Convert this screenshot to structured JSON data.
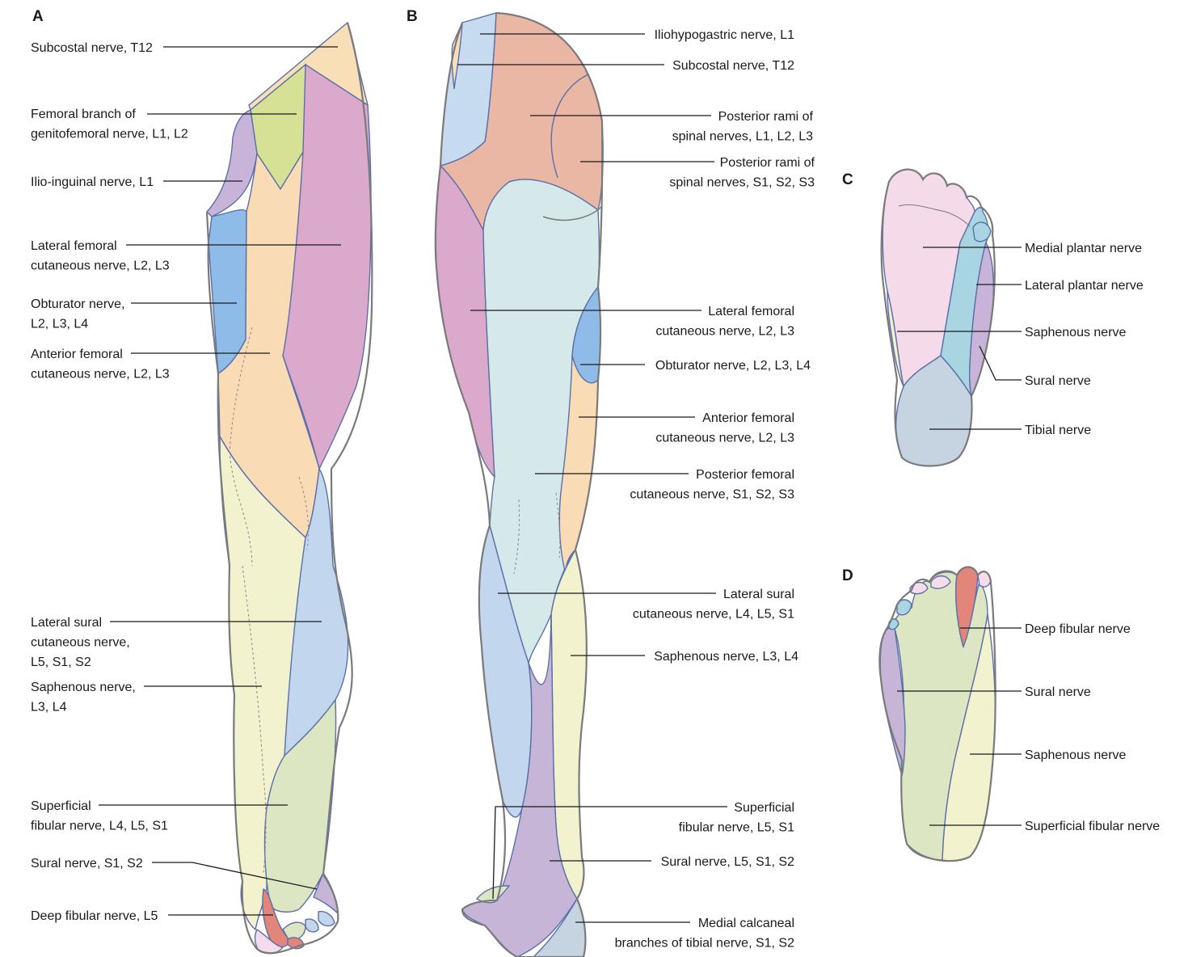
{
  "colors": {
    "subcostal": "#f9dfb8",
    "genitofemoral": "#d6e196",
    "ilioinguinal": "#c8b4d8",
    "lateral_femoral": "#dba9cb",
    "obturator": "#8fbbe8",
    "anterior_femoral": "#f9dcb6",
    "lateral_sural": "#c2d6ee",
    "saphenous": "#f2f2cf",
    "superficial_fibular": "#dde6c3",
    "sural": "#c7b5d8",
    "deep_fibular": "#e2857a",
    "iliohypogastric": "#c7dbf0",
    "posterior_lumbar": "#ebb7a5",
    "posterior_femoral": "#d6e9ea",
    "toes_pink": "#f5dcea",
    "medial_plantar": "#f5dbea",
    "lateral_plantar": "#a9d5e3",
    "tibial": "#c5d4e0",
    "outline": "#7a7a7a",
    "border": "#5b6fa8"
  },
  "panels": {
    "a": {
      "letter": "A",
      "labels": {
        "subcostal": [
          "Subcostal nerve, T12"
        ],
        "genitofemoral": [
          "Femoral branch of",
          "genitofemoral nerve, L1, L2"
        ],
        "ilioinguinal": [
          "Ilio-inguinal nerve, L1"
        ],
        "lateral_femoral": [
          "Lateral femoral",
          "cutaneous nerve, L2, L3"
        ],
        "obturator": [
          "Obturator nerve,",
          "L2, L3, L4"
        ],
        "anterior_femoral": [
          "Anterior femoral",
          "cutaneous nerve, L2, L3"
        ],
        "lateral_sural": [
          "Lateral sural",
          "cutaneous nerve,",
          "L5, S1, S2"
        ],
        "saphenous": [
          "Saphenous nerve,",
          "L3, L4"
        ],
        "superficial_fibular": [
          "Superficial",
          "fibular nerve, L4, L5, S1"
        ],
        "sural": [
          "Sural nerve, S1, S2"
        ],
        "deep_fibular": [
          "Deep fibular nerve, L5"
        ]
      }
    },
    "b": {
      "letter": "B",
      "labels": {
        "iliohypogastric": [
          "Iliohypogastric nerve, L1"
        ],
        "subcostal": [
          "Subcostal nerve, T12"
        ],
        "post_rami_l": [
          "Posterior rami of",
          "spinal nerves, L1, L2, L3"
        ],
        "post_rami_s": [
          "Posterior rami of",
          "spinal nerves, S1, S2, S3"
        ],
        "lateral_femoral": [
          "Lateral femoral",
          "cutaneous nerve, L2, L3"
        ],
        "obturator": [
          "Obturator nerve, L2, L3, L4"
        ],
        "anterior_femoral": [
          "Anterior femoral",
          "cutaneous nerve, L2, L3"
        ],
        "posterior_femoral": [
          "Posterior femoral",
          "cutaneous nerve, S1, S2, S3"
        ],
        "lateral_sural": [
          "Lateral sural",
          "cutaneous nerve, L4, L5, S1"
        ],
        "saphenous": [
          "Saphenous nerve, L3, L4"
        ],
        "superficial_fibular": [
          "Superficial",
          "fibular nerve, L5, S1"
        ],
        "sural": [
          "Sural nerve, L5, S1, S2"
        ],
        "medial_calcaneal": [
          "Medial calcaneal",
          "branches of tibial nerve, S1, S2"
        ]
      }
    },
    "c": {
      "letter": "C",
      "labels": {
        "medial_plantar": [
          "Medial plantar nerve"
        ],
        "lateral_plantar": [
          "Lateral plantar nerve"
        ],
        "saphenous": [
          "Saphenous nerve"
        ],
        "sural": [
          "Sural nerve"
        ],
        "tibial": [
          "Tibial nerve"
        ]
      }
    },
    "d": {
      "letter": "D",
      "labels": {
        "deep_fibular": [
          "Deep fibular nerve"
        ],
        "sural": [
          "Sural nerve"
        ],
        "saphenous": [
          "Saphenous nerve"
        ],
        "superficial_fibular": [
          "Superficial fibular nerve"
        ]
      }
    }
  }
}
